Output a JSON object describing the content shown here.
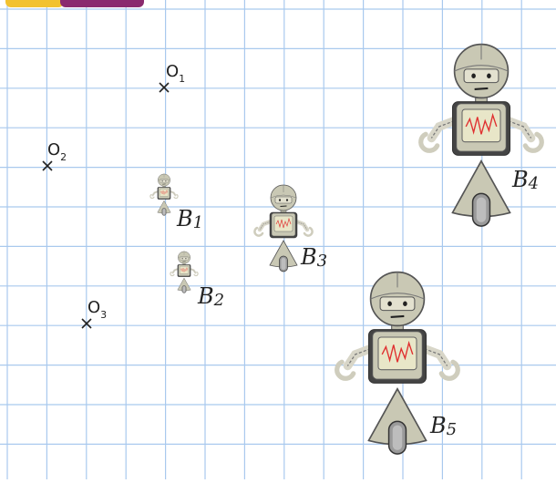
{
  "points": [
    {
      "id": "O1",
      "letter": "O",
      "sub": "1"
    },
    {
      "id": "O2",
      "letter": "O",
      "sub": "2"
    },
    {
      "id": "O3",
      "letter": "O",
      "sub": "3"
    }
  ],
  "robots": [
    {
      "id": "B1",
      "letter": "B",
      "sub": "1"
    },
    {
      "id": "B2",
      "letter": "B",
      "sub": "2"
    },
    {
      "id": "B3",
      "letter": "B",
      "sub": "3"
    },
    {
      "id": "B4",
      "letter": "B",
      "sub": "4"
    },
    {
      "id": "B5",
      "letter": "B",
      "sub": "5"
    }
  ],
  "colors": {
    "grid": "#a9c9ee",
    "robot_body": "#c9c8b4",
    "robot_outline": "#555555",
    "screen": "#e8e6c8",
    "waveform": "#e03030",
    "wheel": "#9a9a9a",
    "tab_yellow": "#f2c230",
    "tab_purple": "#8a2a6e"
  }
}
